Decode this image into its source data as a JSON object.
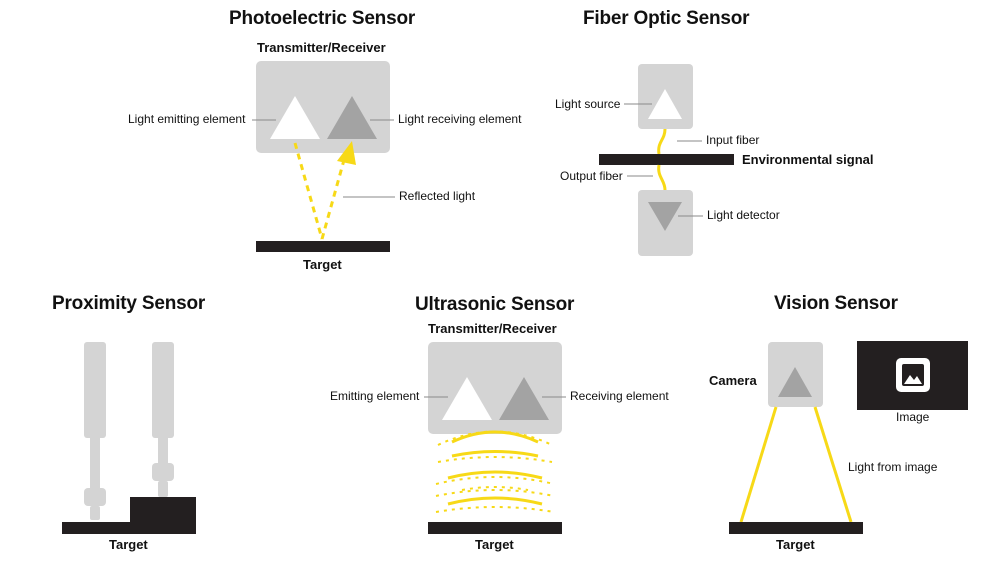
{
  "colors": {
    "panel": "#d4d4d4",
    "triangle_dark": "#a3a3a3",
    "triangle_light": "#ffffff",
    "beam": "#f7d917",
    "bar": "#231f20",
    "leader": "#8a8a8a"
  },
  "photoelectric": {
    "title": "Photoelectric Sensor",
    "subtitle": "Transmitter/Receiver",
    "emit_label": "Light emitting element",
    "receive_label": "Light receiving element",
    "reflected_label": "Reflected light",
    "target_label": "Target"
  },
  "fiber": {
    "title": "Fiber Optic Sensor",
    "light_source_label": "Light source",
    "input_fiber_label": "Input fiber",
    "env_signal_label": "Environmental signal",
    "output_fiber_label": "Output fiber",
    "detector_label": "Light detector"
  },
  "proximity": {
    "title": "Proximity Sensor",
    "target_label": "Target"
  },
  "ultrasonic": {
    "title": "Ultrasonic Sensor",
    "subtitle": "Transmitter/Receiver",
    "emit_label": "Emitting element",
    "receive_label": "Receiving element",
    "target_label": "Target"
  },
  "vision": {
    "title": "Vision Sensor",
    "camera_label": "Camera",
    "image_label": "Image",
    "light_label": "Light from image",
    "target_label": "Target",
    "image_icon": "image-icon"
  }
}
